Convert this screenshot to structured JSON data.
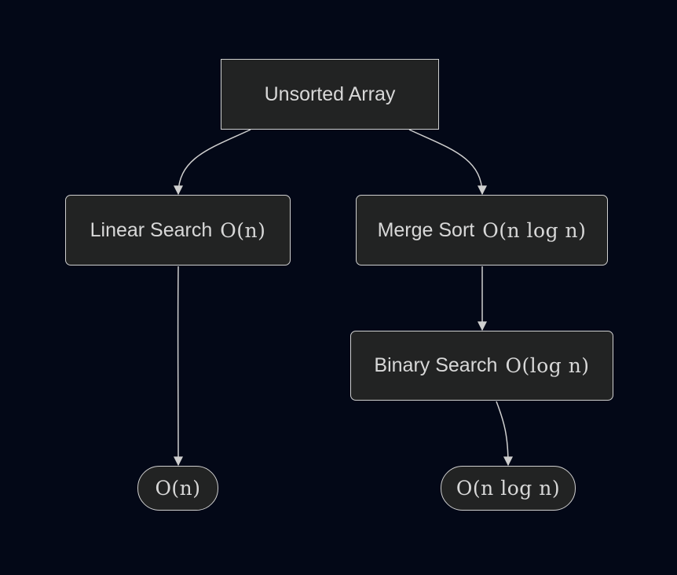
{
  "nodes": {
    "unsorted": {
      "label": "Unsorted Array"
    },
    "linear": {
      "label": "Linear Search",
      "math": "O(n)"
    },
    "merge": {
      "label": "Merge Sort",
      "math": "O(n log n)"
    },
    "binary": {
      "label": "Binary Search",
      "math": "O(log n)"
    },
    "result_linear": {
      "math": "O(n)"
    },
    "result_binary": {
      "math": "O(n log n)"
    }
  },
  "colors": {
    "background": "#030817",
    "node_fill": "#222323",
    "node_stroke": "#cfcfcf",
    "text": "#d8d8d8",
    "edge": "#cfcfcf"
  }
}
